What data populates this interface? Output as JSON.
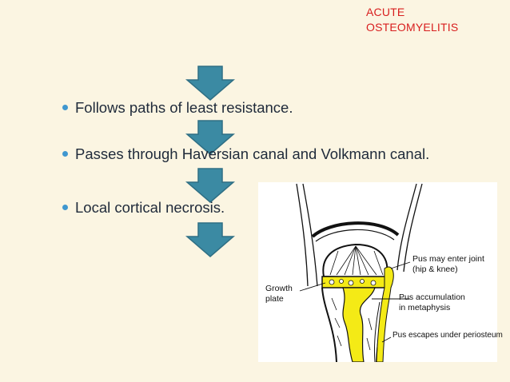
{
  "slide": {
    "title_line1": "ACUTE",
    "title_line2": "OSTEOMYELITIS",
    "bullets": [
      "Follows paths of least resistance.",
      "Passes through Haversian canal and Volkmann canal.",
      "Local cortical necrosis."
    ]
  },
  "diagram": {
    "labels": {
      "growth_line1": "Growth",
      "growth_line2": "plate",
      "joint_line1": "Pus may enter joint",
      "joint_line2": "(hip & knee)",
      "accum_line1": "Pus accumulation",
      "accum_line2": "in metaphysis",
      "escape": "Pus escapes under periosteum"
    }
  },
  "colors": {
    "title": "#d81e1e",
    "text": "#1f2a3a",
    "bullet_dot": "#3f97cf",
    "arrow_fill": "#3b8aa3",
    "arrow_stroke": "#2f6f84",
    "pus": "#f4ea16",
    "background": "#fbf5e2"
  },
  "icons": [
    "down-arrow-icon",
    "bullet-dot-icon"
  ]
}
